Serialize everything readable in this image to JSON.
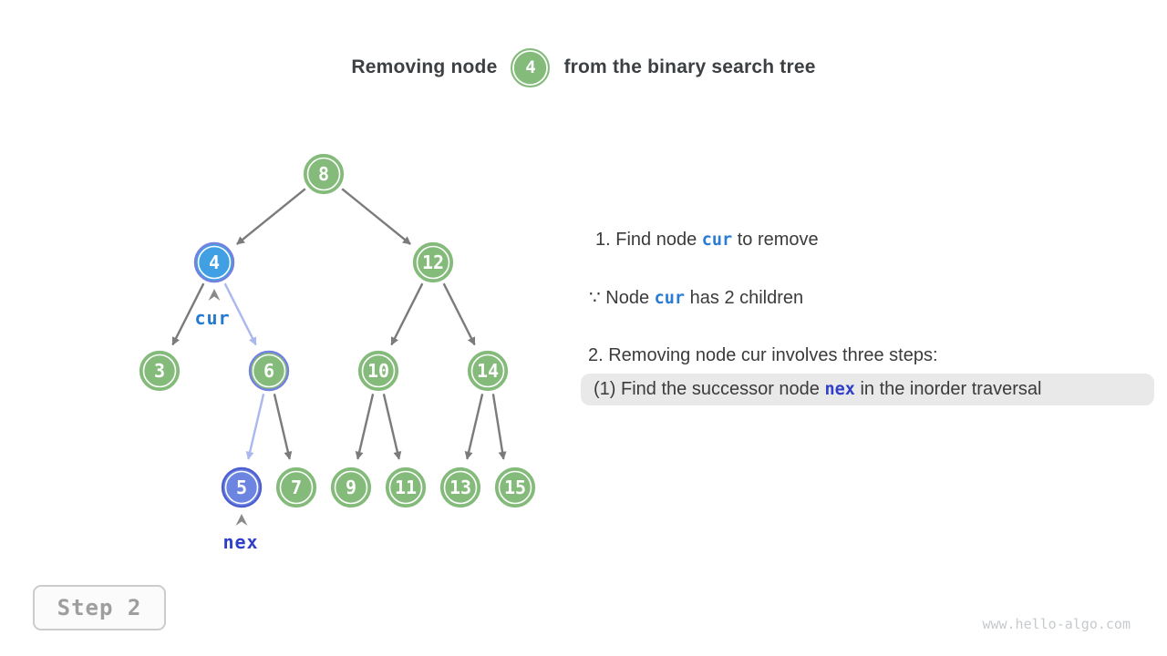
{
  "title": {
    "prefix": "Removing node",
    "node_value": "4",
    "suffix": "from the binary search tree"
  },
  "tree": {
    "nodes": [
      {
        "value": "8",
        "role": "normal"
      },
      {
        "value": "4",
        "role": "cur-highlight"
      },
      {
        "value": "12",
        "role": "normal"
      },
      {
        "value": "3",
        "role": "normal"
      },
      {
        "value": "6",
        "role": "on-path"
      },
      {
        "value": "10",
        "role": "normal"
      },
      {
        "value": "14",
        "role": "normal"
      },
      {
        "value": "5",
        "role": "nex-highlight"
      },
      {
        "value": "7",
        "role": "normal"
      },
      {
        "value": "9",
        "role": "normal"
      },
      {
        "value": "11",
        "role": "normal"
      },
      {
        "value": "13",
        "role": "normal"
      },
      {
        "value": "15",
        "role": "normal"
      }
    ],
    "pointer_labels": [
      {
        "text": "cur"
      },
      {
        "text": "nex"
      }
    ]
  },
  "notes": {
    "line1": {
      "pre": "1. Find node ",
      "code": "cur",
      "post": " to remove"
    },
    "line2": {
      "pre": "∵ Node ",
      "code": "cur",
      "post": " has 2 children"
    },
    "line3": {
      "text": "2. Removing node cur involves three steps:"
    },
    "line4": {
      "pre": "(1) Find the successor node ",
      "code": "nex",
      "post": " in the inorder traversal"
    }
  },
  "step_badge": {
    "label": "Step 2"
  },
  "watermark": {
    "text": "www.hello-algo.com"
  },
  "colors": {
    "node_green": "#84BB7B",
    "node_cur_fill": "#41A0E4",
    "node_cur_ring": "#7481DE",
    "node_nex_fill": "#6C85E1",
    "node_nex_ring": "#4E5ED1",
    "edge_gray": "#7B7B7B",
    "edge_highlight": "#ABB8F0",
    "cur_label_color": "#2679D2",
    "nex_label_color": "#2E3FC8",
    "highlight_bg": "#E9E9E9"
  }
}
